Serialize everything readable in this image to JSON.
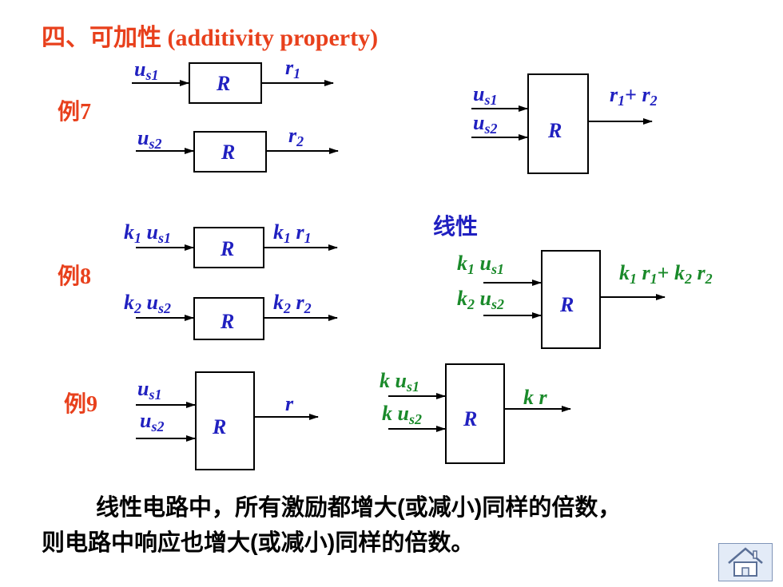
{
  "title": "四、可加性 (additivity  property)",
  "examples": {
    "ex7": "例7",
    "ex8": "例8",
    "ex9": "例9"
  },
  "linear_label": "线性",
  "block_label": "R",
  "conclusion": {
    "line1": "线性电路中，所有激励都增大(或减小)同样的倍数，",
    "line2": "则电路中响应也增大(或减小)同样的倍数。"
  },
  "colors": {
    "title": "#e8401c",
    "blue": "#2020c0",
    "green": "#1a8a2a",
    "box": "#000000"
  },
  "home_button": "home-icon"
}
